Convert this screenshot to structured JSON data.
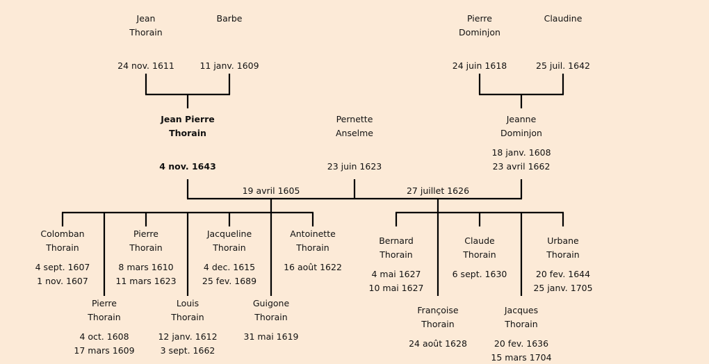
{
  "colors": {
    "background": "#fcead7",
    "lines": "#000000"
  },
  "persons": [
    {
      "name_lines": [
        "Jean",
        "Thorain"
      ],
      "dates": [
        "24 nov. 1611"
      ]
    },
    {
      "name_lines": [
        "Barbe"
      ],
      "dates": [
        "11 janv. 1609"
      ]
    },
    {
      "name_lines": [
        "Pierre",
        "Dominjon"
      ],
      "dates": [
        "24 juin 1618"
      ]
    },
    {
      "name_lines": [
        "Claudine"
      ],
      "dates": [
        "25 juil. 1642"
      ]
    },
    {
      "name_lines": [
        "Jean Pierre",
        "Thorain"
      ],
      "dates": [
        "4 nov. 1643"
      ]
    },
    {
      "name_lines": [
        "Pernette",
        "Anselme"
      ],
      "dates": [
        "23 juin 1623"
      ]
    },
    {
      "name_lines": [
        "Jeanne",
        "Dominjon"
      ],
      "dates": [
        "18 janv. 1608",
        "23 avril 1662"
      ]
    },
    {
      "name_lines": [
        "Colomban",
        "Thorain"
      ],
      "dates": [
        "4 sept. 1607",
        "1 nov. 1607"
      ]
    },
    {
      "name_lines": [
        "Pierre",
        "Thorain"
      ],
      "dates": [
        "8 mars 1610",
        "11 mars 1623"
      ]
    },
    {
      "name_lines": [
        "Jacqueline",
        "Thorain"
      ],
      "dates": [
        "4 dec. 1615",
        "25 fev. 1689"
      ]
    },
    {
      "name_lines": [
        "Antoinette",
        "Thorain"
      ],
      "dates": [
        "16 août 1622"
      ]
    },
    {
      "name_lines": [
        "Pierre",
        "Thorain"
      ],
      "dates": [
        "4 oct. 1608",
        "17 mars 1609"
      ]
    },
    {
      "name_lines": [
        "Louis",
        "Thorain"
      ],
      "dates": [
        "12 janv. 1612",
        "3 sept. 1662"
      ]
    },
    {
      "name_lines": [
        "Guigone",
        "Thorain"
      ],
      "dates": [
        "31 mai 1619"
      ]
    },
    {
      "name_lines": [
        "Bernard",
        "Thorain"
      ],
      "dates": [
        "4 mai 1627",
        "10 mai 1627"
      ]
    },
    {
      "name_lines": [
        "Claude",
        "Thorain"
      ],
      "dates": [
        "6 sept. 1630"
      ]
    },
    {
      "name_lines": [
        "Urbane",
        "Thorain"
      ],
      "dates": [
        "20 fev. 1644",
        "25 janv. 1705"
      ]
    },
    {
      "name_lines": [
        "Françoise",
        "Thorain"
      ],
      "dates": [
        "24 août 1628"
      ]
    },
    {
      "name_lines": [
        "Jacques",
        "Thorain"
      ],
      "dates": [
        "20 fev. 1636",
        "15 mars 1704"
      ]
    }
  ],
  "marriages": [
    "19 avril 1605",
    "27 juillet 1626"
  ]
}
